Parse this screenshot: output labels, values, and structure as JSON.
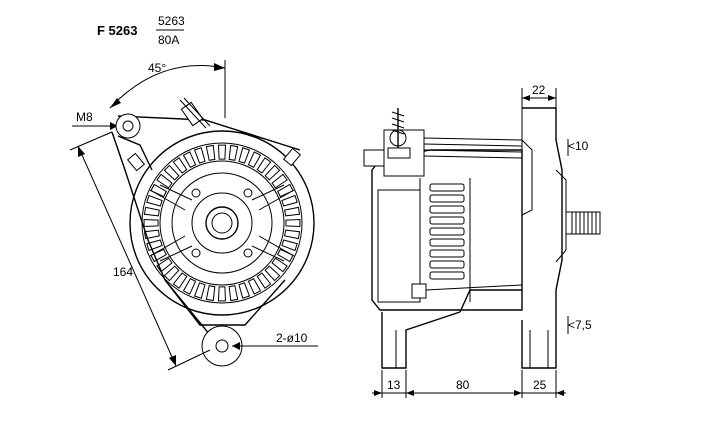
{
  "title": {
    "code": "F 5263",
    "ref_numerator": "5263",
    "ref_denominator": "80A"
  },
  "front_view": {
    "angle_label": "45°",
    "thread_label": "M8",
    "length_label": "164",
    "hole_label": "2-ø10"
  },
  "side_view": {
    "top_width_label": "22",
    "angle_top_label": "<10",
    "angle_bottom_label": "<7,5",
    "dim_left_label": "13",
    "dim_middle_label": "80",
    "dim_right_label": "25"
  }
}
